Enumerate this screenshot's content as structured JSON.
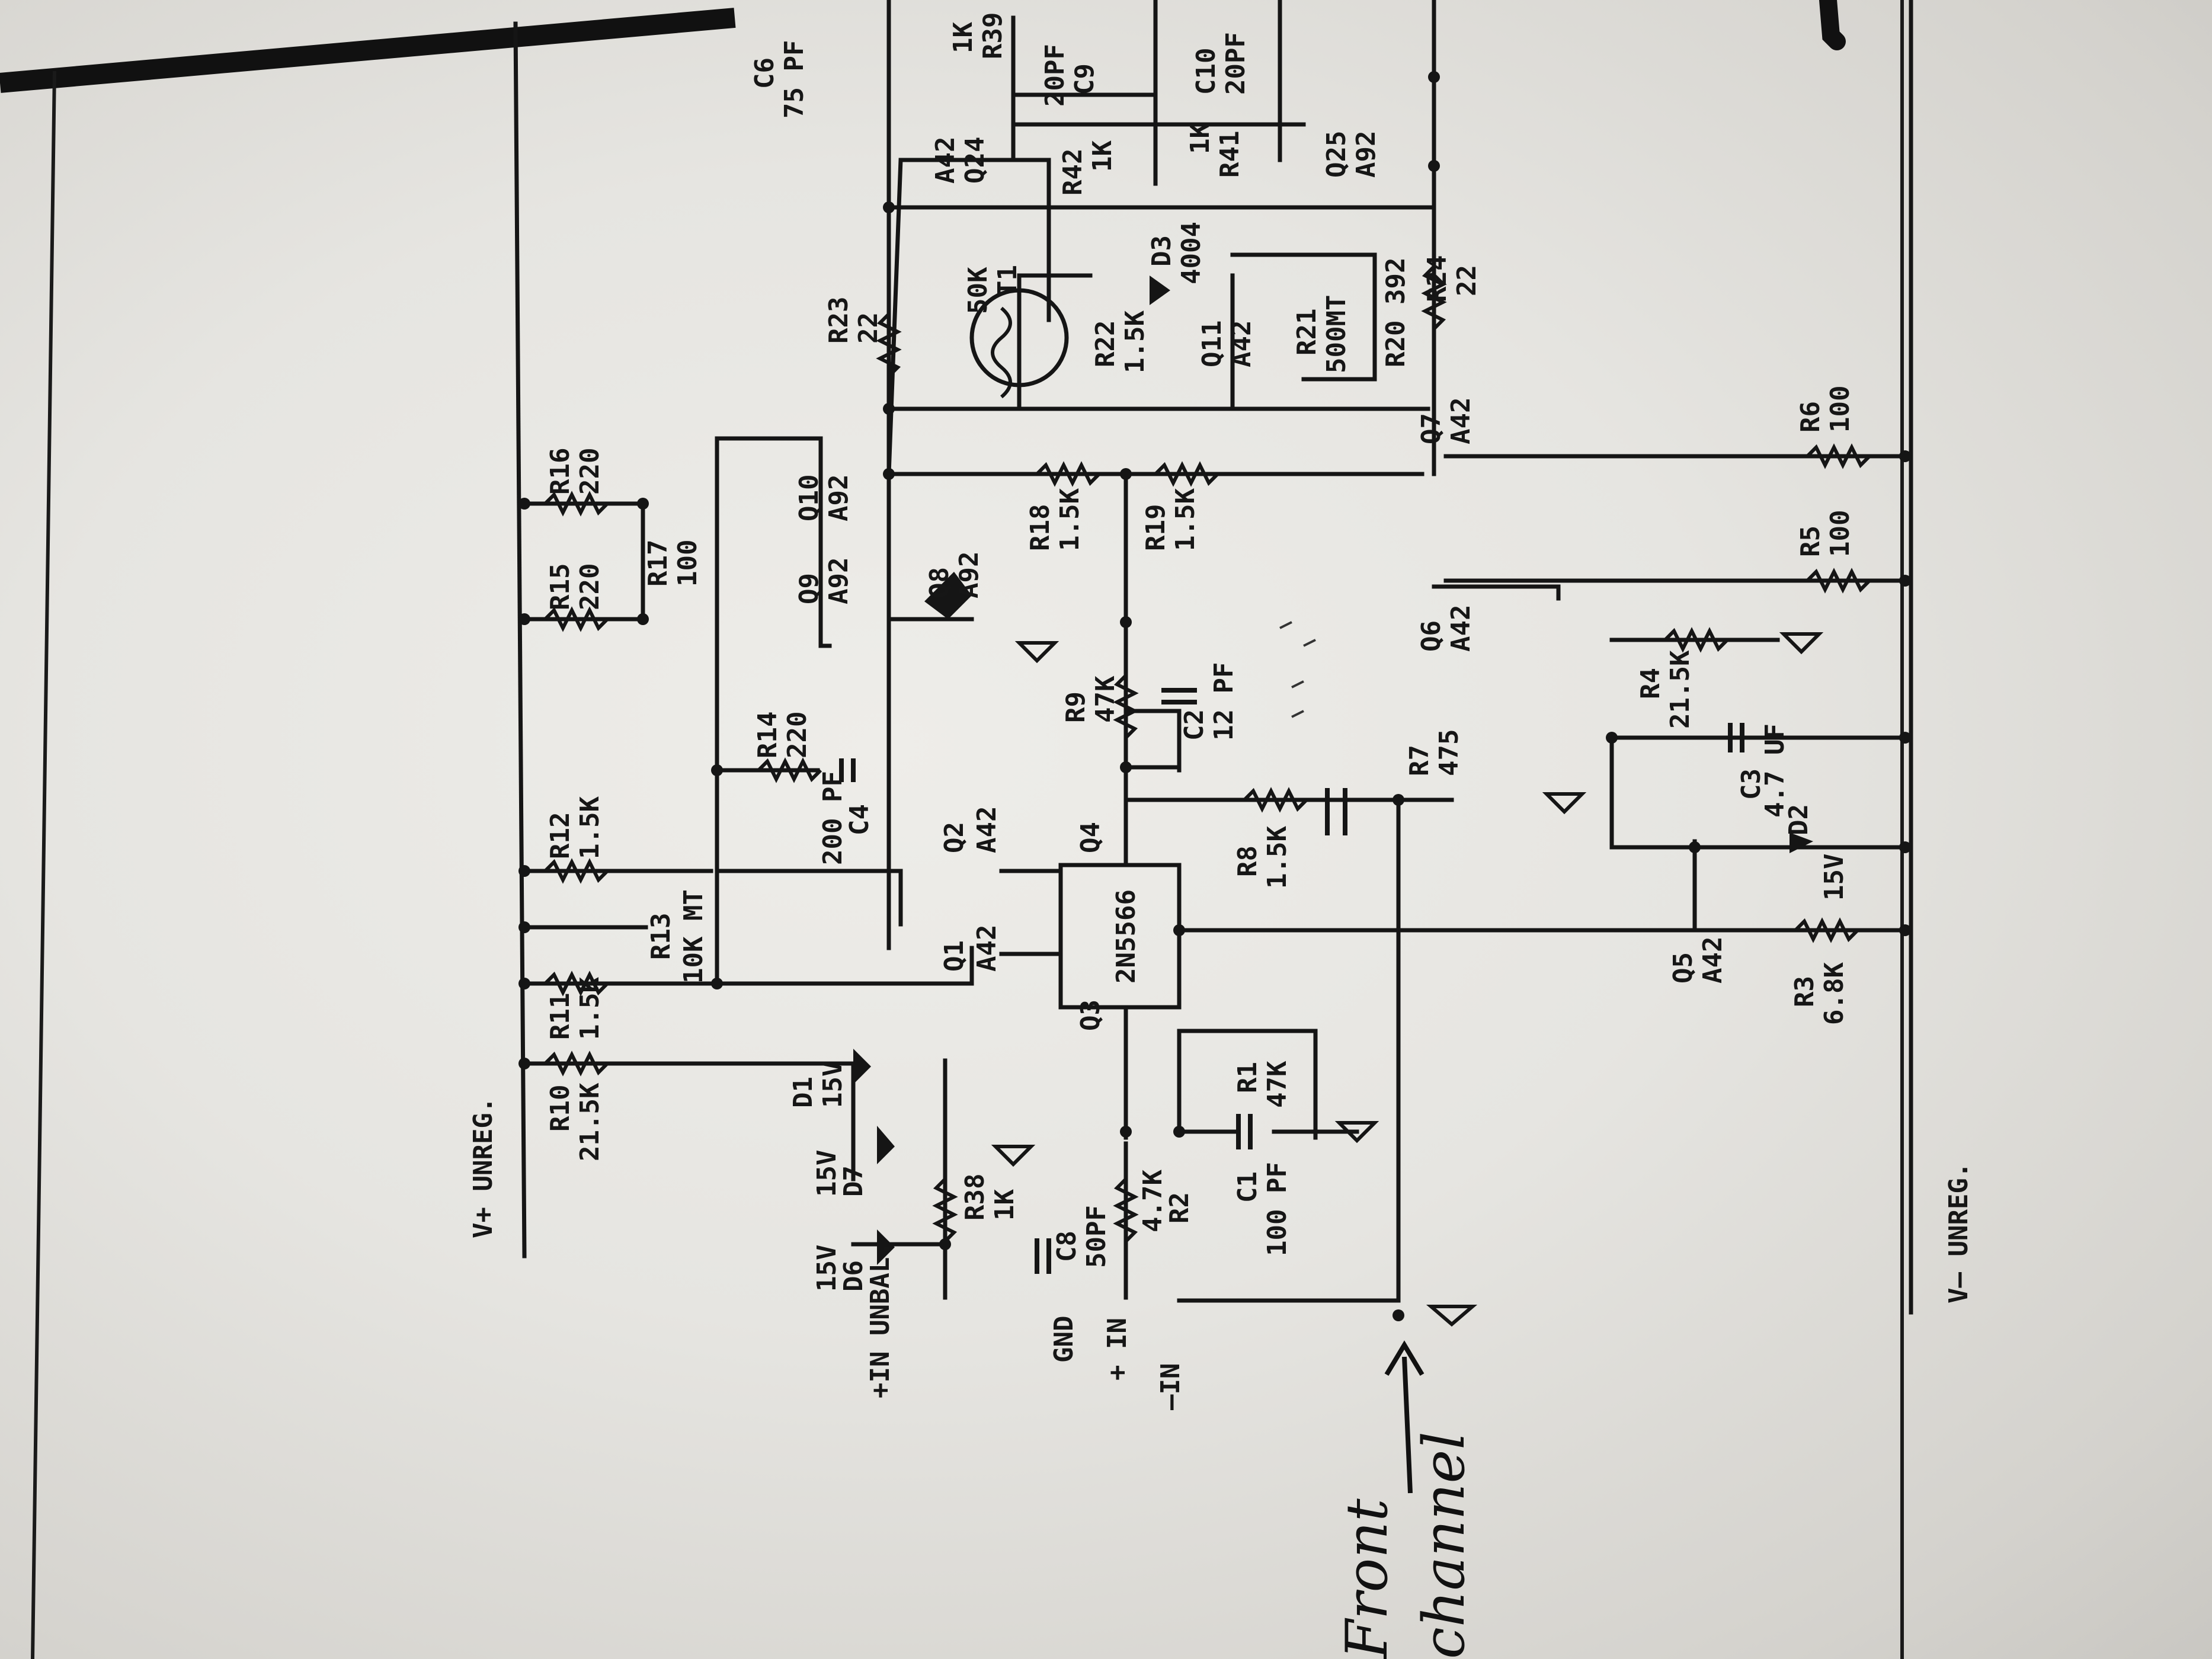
{
  "rails": {
    "vplus": "V+ UNREG.",
    "vminus": "V– UNREG."
  },
  "inputs": {
    "in_unbal": "+IN UNBAL.",
    "gnd": "GND",
    "plus_in": "+ IN",
    "minus_in": "–IN"
  },
  "resistors": [
    {
      "ref": "R10",
      "value": "21.5K"
    },
    {
      "ref": "R11",
      "value": "1.5K"
    },
    {
      "ref": "R12",
      "value": "1.5K"
    },
    {
      "ref": "R13",
      "value": "10K MT"
    },
    {
      "ref": "R14",
      "value": "220"
    },
    {
      "ref": "R15",
      "value": "220"
    },
    {
      "ref": "R16",
      "value": "220"
    },
    {
      "ref": "R17",
      "value": "100"
    },
    {
      "ref": "R18",
      "value": "1.5K"
    },
    {
      "ref": "R19",
      "value": "1.5K"
    },
    {
      "ref": "R9",
      "value": "47K"
    },
    {
      "ref": "R8",
      "value": "1.5K"
    },
    {
      "ref": "R7",
      "value": "475"
    },
    {
      "ref": "R1",
      "value": "47K"
    },
    {
      "ref": "R2",
      "value": "4.7K"
    },
    {
      "ref": "R38",
      "value": "1K"
    },
    {
      "ref": "R3",
      "value": "6.8K"
    },
    {
      "ref": "R4",
      "value": "21.5K"
    },
    {
      "ref": "R5",
      "value": "100"
    },
    {
      "ref": "R6",
      "value": "100"
    },
    {
      "ref": "R20",
      "value": "392"
    },
    {
      "ref": "R21",
      "value": "500MT"
    },
    {
      "ref": "R22",
      "value": "1.5K"
    },
    {
      "ref": "R23",
      "value": "22"
    },
    {
      "ref": "R24",
      "value": "22"
    },
    {
      "ref": "R39",
      "value": "1K"
    },
    {
      "ref": "R41",
      "value": "1K"
    },
    {
      "ref": "R42",
      "value": "1K"
    }
  ],
  "capacitors": [
    {
      "ref": "C1",
      "value": "100 PF"
    },
    {
      "ref": "C2",
      "value": "12 PF"
    },
    {
      "ref": "C3",
      "value": "4.7 UF"
    },
    {
      "ref": "C4",
      "value": "200 PF"
    },
    {
      "ref": "C6",
      "value": "75 PF"
    },
    {
      "ref": "C8",
      "value": "50PF"
    },
    {
      "ref": "C9",
      "value": "20PF"
    },
    {
      "ref": "C10",
      "value": "20PF"
    }
  ],
  "transistors": [
    {
      "ref": "Q1",
      "type": "A42"
    },
    {
      "ref": "Q2",
      "type": "A42"
    },
    {
      "ref": "Q3",
      "type": "2N5566"
    },
    {
      "ref": "Q4",
      "type": ""
    },
    {
      "ref": "Q5",
      "type": "A42"
    },
    {
      "ref": "Q6",
      "type": "A42"
    },
    {
      "ref": "Q7",
      "type": "A42"
    },
    {
      "ref": "Q8",
      "type": "A92"
    },
    {
      "ref": "Q9",
      "type": "A92"
    },
    {
      "ref": "Q10",
      "type": "A92"
    },
    {
      "ref": "Q11",
      "type": "A42"
    },
    {
      "ref": "Q24",
      "type": "A42"
    },
    {
      "ref": "Q25",
      "type": "A92"
    }
  ],
  "diodes": [
    {
      "ref": "D1",
      "value": "15V"
    },
    {
      "ref": "D2",
      "value": "15V"
    },
    {
      "ref": "D3",
      "value": "4004"
    },
    {
      "ref": "D6",
      "value": "15V"
    },
    {
      "ref": "D7",
      "value": "15V"
    }
  ],
  "thermistor": {
    "ref": "T1",
    "value": "50K"
  },
  "annotations": {
    "line1": "Front",
    "line2": "channel"
  }
}
